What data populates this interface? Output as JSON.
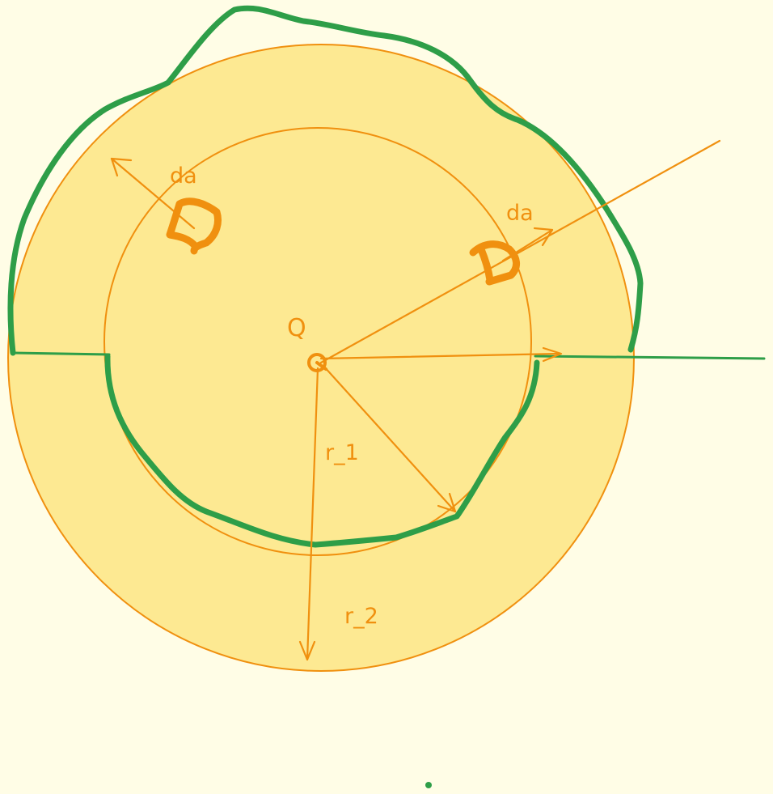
{
  "colors": {
    "background": "#fffde6",
    "annulus_fill": "#fde992",
    "orange_stroke": "#f0900f",
    "green_stroke": "#2e9e48"
  },
  "labels": {
    "charge": "Q",
    "radius_inner": "r_1",
    "radius_outer": "r_2",
    "area_element_left": "da",
    "area_element_right": "da"
  }
}
